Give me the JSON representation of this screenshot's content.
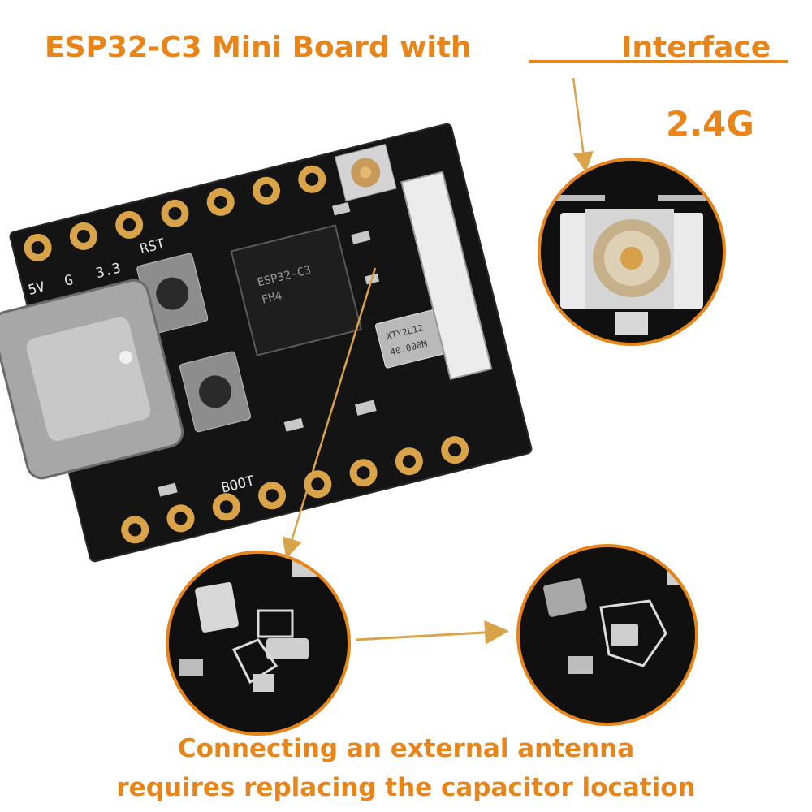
{
  "headline": {
    "part1": "ESP32-C3 Mini Board with",
    "part2": "Interface"
  },
  "frequency_label": "2.4G",
  "board": {
    "silkscreen_5v": "5V",
    "silkscreen_g": "G",
    "silkscreen_33": "3.3",
    "silkscreen_rst": "RST",
    "silkscreen_boot": "BOOT",
    "chip_line1": "ESP32-C3",
    "chip_line2": "FH4",
    "crystal_line1": "XTY2L12",
    "crystal_line2": "40.000M"
  },
  "caption": {
    "line1": "Connecting an external antenna",
    "line2": "requires replacing the capacitor location"
  },
  "colors": {
    "accent": "#e8851a",
    "pcb": "#141414",
    "gold": "#d9a34a"
  }
}
